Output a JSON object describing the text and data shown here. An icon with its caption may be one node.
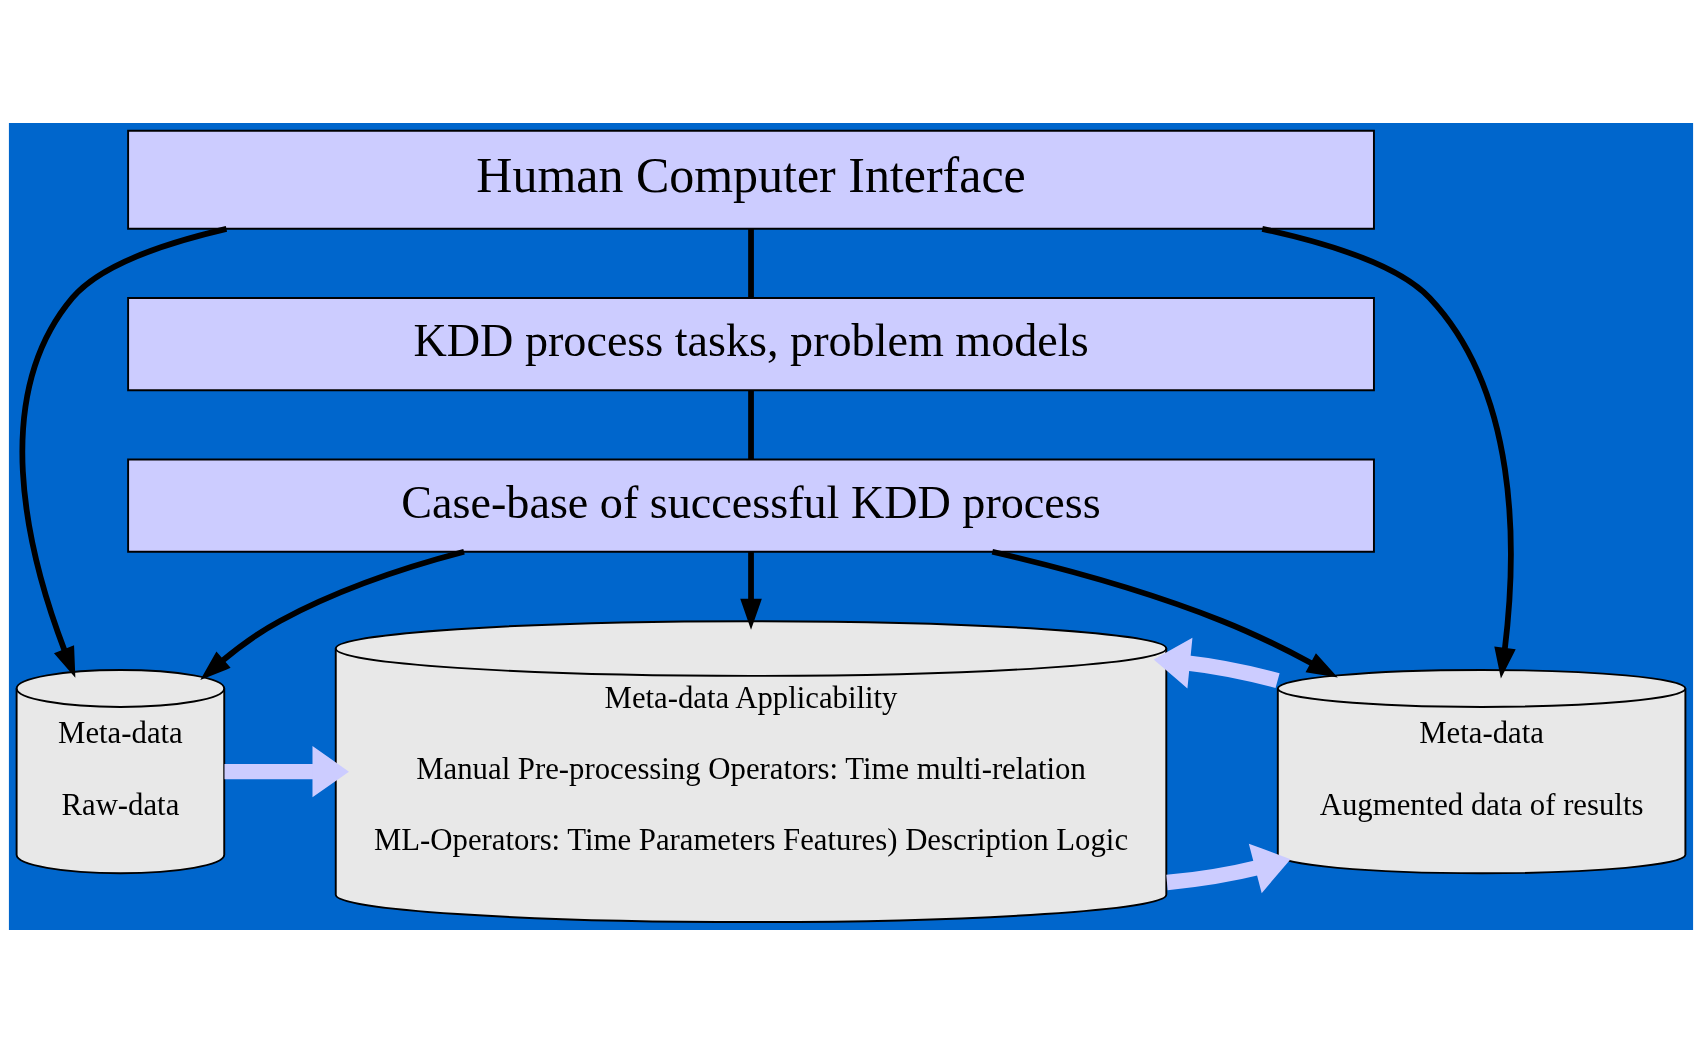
{
  "diagram": {
    "nodes": [
      {
        "text": [
          "Human Computer Interface"
        ]
      },
      {
        "text": [
          "KDD process tasks, problem models"
        ]
      },
      {
        "text": [
          "Case-base of successful KDD process"
        ]
      },
      {
        "text": [
          "Meta-data",
          "Raw-data"
        ]
      },
      {
        "text": [
          "Meta-data Applicability",
          "Manual Pre-processing Operators: Time multi-relation",
          "ML-Operators: Time Parameters Features) Description Logic"
        ]
      },
      {
        "text": [
          "Meta-data",
          "Augmented data of results"
        ]
      }
    ],
    "edges": [
      {
        "from": 0,
        "to": 3,
        "arrow": "to"
      },
      {
        "from": 2,
        "to": 3,
        "arrow": "to"
      },
      {
        "from": 0,
        "to": 1,
        "arrow": "none"
      },
      {
        "from": 1,
        "to": 2,
        "arrow": "none"
      },
      {
        "from": 2,
        "to": 4,
        "arrow": "to"
      },
      {
        "from": 2,
        "to": 5,
        "arrow": "to"
      },
      {
        "from": 0,
        "to": 5,
        "arrow": "to"
      },
      {
        "from": 3,
        "to": 4,
        "arrow": "to",
        "style": "thick",
        "color": "#ccccff"
      },
      {
        "from": 4,
        "to": 5,
        "arrow": "to",
        "style": "thick",
        "color": "#ccccff"
      },
      {
        "from": 5,
        "to": 4,
        "arrow": "to",
        "style": "thick",
        "color": "#ccccff"
      }
    ]
  }
}
